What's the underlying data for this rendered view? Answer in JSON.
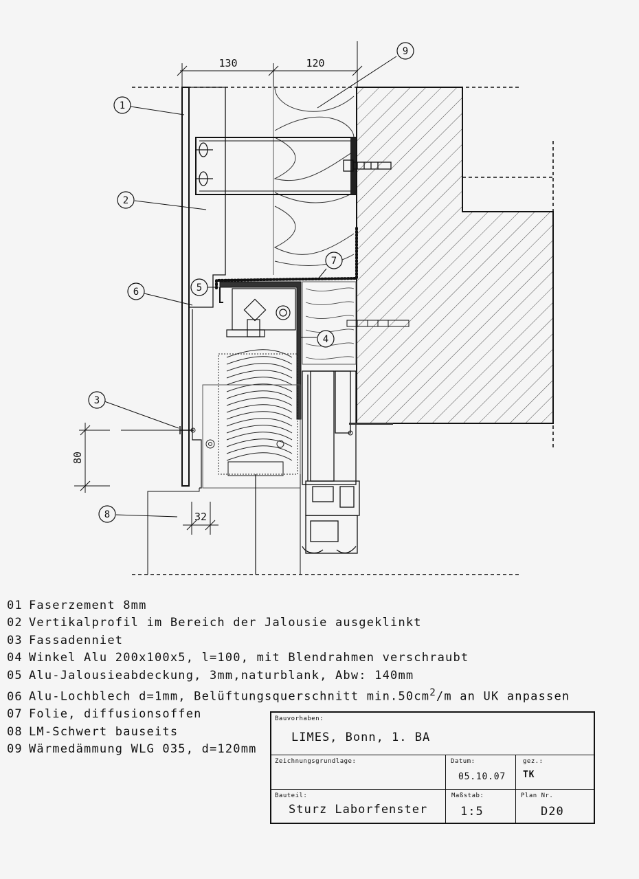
{
  "dimensions": {
    "d130": "130",
    "d120": "120",
    "d80": "80",
    "d32": "32"
  },
  "callouts": [
    "1",
    "2",
    "3",
    "4",
    "5",
    "6",
    "7",
    "8",
    "9"
  ],
  "legend": [
    {
      "num": "01",
      "text": "Faserzement 8mm"
    },
    {
      "num": "02",
      "text": "Vertikalprofil im Bereich der Jalousie ausgeklinkt"
    },
    {
      "num": "03",
      "text": "Fassadenniet"
    },
    {
      "num": "04",
      "text": "Winkel Alu 200x100x5, l=100, mit Blendrahmen verschraubt"
    },
    {
      "num": "05",
      "text": "Alu-Jalousieabdeckung, 3mm,naturblank, Abw: 140mm"
    },
    {
      "num": "06",
      "text": "Alu-Lochblech d=1mm, Belüftungsquerschnitt min.50cm",
      "sup": "2",
      "after": "/m an UK anpassen"
    },
    {
      "num": "07",
      "text": "Folie, diffusionsoffen"
    },
    {
      "num": "08",
      "text": "LM-Schwert bauseits"
    },
    {
      "num": "09",
      "text": "Wärmedämmung WLG 035, d=120mm"
    }
  ],
  "titleblock": {
    "bauvorhaben_label": "Bauvorhaben:",
    "bauvorhaben": "LIMES, Bonn, 1. BA",
    "zeichnungsgrundlage_label": "Zeichnungsgrundlage:",
    "datum_label": "Datum:",
    "datum": "05.10.07",
    "gez_label": "gez.:",
    "gez": "TK",
    "bauteil_label": "Bauteil:",
    "bauteil": "Sturz Laborfenster",
    "massstab_label": "Maßstab:",
    "massstab": "1:5",
    "plan_label": "Plan Nr.",
    "plan": "D20"
  }
}
